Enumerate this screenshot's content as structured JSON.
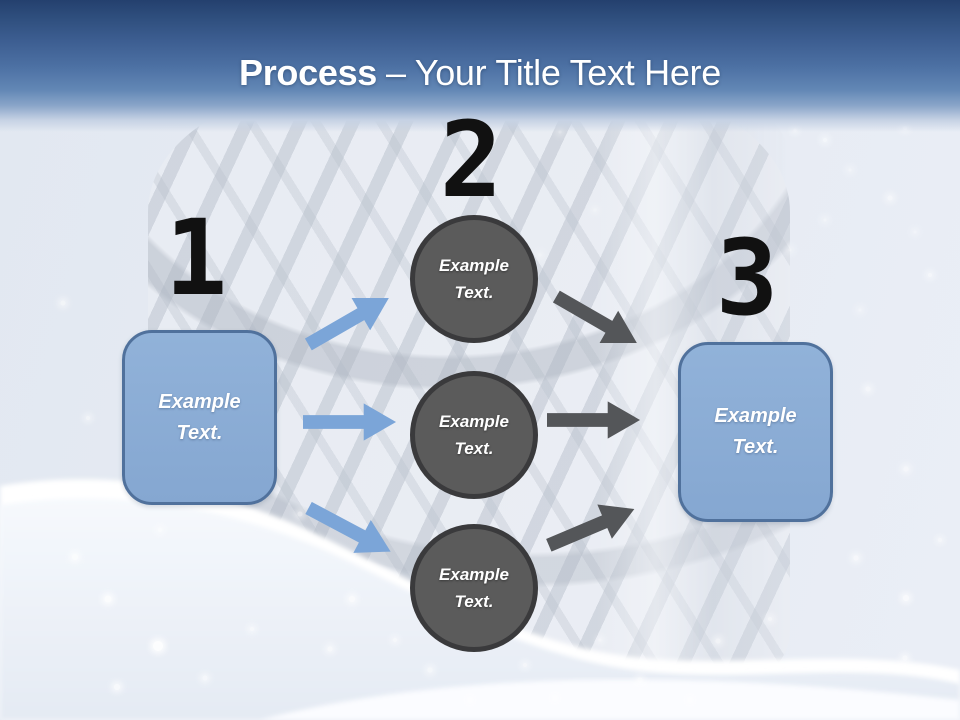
{
  "title": {
    "bold": "Process",
    "regular": "– Your Title Text Here"
  },
  "step_numbers": [
    "1",
    "2",
    "3"
  ],
  "left_box": {
    "label": "Example Text."
  },
  "circles": [
    {
      "label": "Example Text."
    },
    {
      "label": "Example Text."
    },
    {
      "label": "Example Text."
    }
  ],
  "right_box": {
    "label": "Example Text."
  },
  "colors": {
    "header_gradient_top": "#24406e",
    "header_gradient_mid": "#4c70a3",
    "box_fill": "#8badd5",
    "box_border": "#50719c",
    "circle_fill": "#5b5b5b",
    "circle_border": "#3a3a3c",
    "arrow_blue": "#7ba5d8",
    "arrow_gray": "#545659",
    "number_color": "#111111",
    "label_text": "#ffffff",
    "background": "#e6ebf3"
  }
}
